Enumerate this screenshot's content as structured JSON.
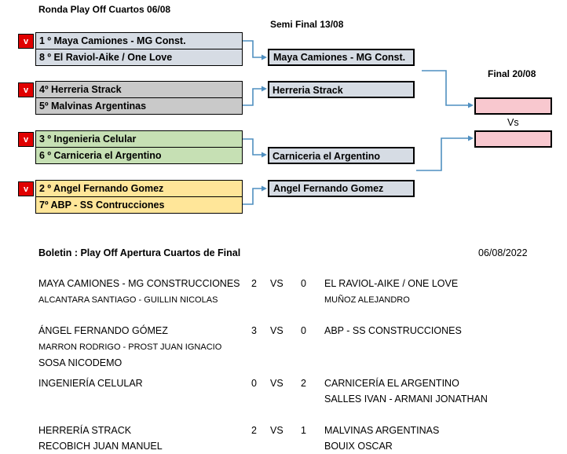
{
  "headers": {
    "round": "Ronda Play Off Cuartos 06/08",
    "semi": "Semi Final 13/08",
    "final": "Final 20/08",
    "vs": "Vs"
  },
  "flag_label": "v",
  "quarters": [
    {
      "top": "1 º Maya Camiones - MG Const.",
      "bottom": "8 º  El Raviol-Aike / One Love"
    },
    {
      "top": "4º Herreria Strack",
      "bottom": "5º Malvinas Argentinas"
    },
    {
      "top": "3 º Ingenieria Celular",
      "bottom": "6 º Carniceria el Argentino"
    },
    {
      "top": "2 º Angel Fernando Gomez",
      "bottom": "7º ABP - SS Contrucciones"
    }
  ],
  "semis": [
    "Maya Camiones - MG Const.",
    "Herreria Strack",
    "Carniceria el Argentino",
    "Angel Fernando Gomez"
  ],
  "final_slots": [
    "",
    ""
  ],
  "bulletin": {
    "title": "Boletin :  Play Off Apertura Cuartos de Final",
    "date": "06/08/2022",
    "vs": "VS",
    "matches": [
      {
        "home": "MAYA CAMIONES - MG CONSTRUCCIONES",
        "home_score": "2",
        "away_score": "0",
        "away": "EL RAVIOL-AIKE / ONE LOVE",
        "home_scorers": [
          "ALCANTARA SANTIAGO - GUILLIN NICOLAS"
        ],
        "away_scorers": [
          "MUÑOZ ALEJANDRO"
        ]
      },
      {
        "home": "ÁNGEL FERNANDO GÓMEZ",
        "home_score": "3",
        "away_score": "0",
        "away": "ABP - SS CONSTRUCCIONES",
        "home_scorers": [
          "MARRON RODRIGO - PROST JUAN IGNACIO",
          "SOSA NICODEMO"
        ],
        "away_scorers": []
      },
      {
        "home": "INGENIERÍA CELULAR",
        "home_score": "0",
        "away_score": "2",
        "away": "CARNICERÍA EL ARGENTINO",
        "home_scorers": [],
        "away_scorers": [
          "SALLES IVAN - ARMANI JONATHAN"
        ]
      },
      {
        "home": "HERRERÍA STRACK",
        "home_score": "2",
        "away_score": "1",
        "away": "MALVINAS ARGENTINAS",
        "home_scorers": [
          "RECOBICH JUAN MANUEL"
        ],
        "away_scorers": [
          "BOUIX OSCAR"
        ]
      }
    ]
  }
}
